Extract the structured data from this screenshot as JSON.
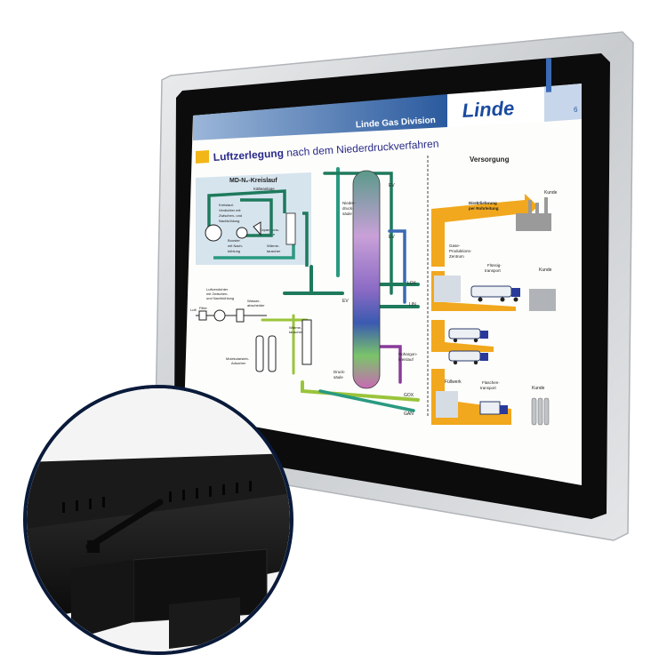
{
  "slide": {
    "header": "Linde Gas Division",
    "logo": "Linde",
    "page_number": "6",
    "title_bold": "Luftzerlegung",
    "title_rest": " nach dem Niederdruckverfahren",
    "versorgung": "Versorgung",
    "loop_title": "MD-N₂-Kreislauf",
    "loop_labels": {
      "kaelteanlage": "Kälteanlage",
      "kreislauf1": "Kreislauf-",
      "kreislauf2": "Verdichter mit",
      "kreislauf3": "Zwischen- und",
      "kreislauf4": "Nachkühlung",
      "booster1": "Booster",
      "booster2": "mit Nach-",
      "booster3": "kühlung",
      "expansion1": "Expansions-",
      "expansion2": "maschine",
      "waerme1": "Wärme-",
      "waerme2": "tauscher"
    },
    "process_labels": {
      "luftverdichter1": "Luftverdichter",
      "luftverdichter2": "mit Zwischen-",
      "luftverdichter3": "und Nachkühlung",
      "luft": "Luft",
      "filter": "Filter",
      "wasserabscheider1": "Wasser-",
      "wasserabscheider2": "abscheider",
      "molekularsieb1": "Molekularsieb-",
      "molekularsieb2": "Adsorber",
      "waermetauscher1": "Wärme-",
      "waermetauscher2": "tauscher",
      "niederdruck1": "Nieder-",
      "niederdruck2": "druck-",
      "niederdruck3": "säule",
      "drucksaeule1": "Druck-",
      "drucksaeule2": "säule",
      "rohargon1": "Rohargon-",
      "rohargon2": "kreislauf",
      "ev": "EV",
      "lox": "LOX",
      "lin": "LIN",
      "gox": "GOX",
      "gan": "GAN"
    },
    "supply_labels": {
      "direkt1": "Direktlieferung",
      "direkt2": "per Rohrleitung",
      "kunde": "Kunde",
      "gase1": "Gase-",
      "gase2": "Produktions-",
      "gase3": "Zentrum",
      "fluessig1": "Flüssig-",
      "fluessig2": "transport",
      "fuellwerk": "Füllwerk",
      "flaschen1": "Flaschen-",
      "flaschen2": "transport"
    }
  },
  "colors": {
    "bezel": "#d4d6d8",
    "screen_border": "#0c0c0c",
    "slide_bg": "#fdfdfb",
    "header_blue": "#2a5a9e",
    "header_light": "#c7d6ea",
    "logo_blue": "#1a4aa0",
    "title_yellow": "#f2b619",
    "loop_bg": "#d6e4ee",
    "pipe_green": "#1e7a5c",
    "pipe_teal": "#2a9a80",
    "pipe_blue": "#3a6ab4",
    "pipe_lime": "#9ac43a",
    "pipe_purple": "#8a3a9a",
    "arrow_orange": "#f1a81e",
    "inset_dark": "#121212"
  },
  "icons": [
    "compressor-icon",
    "filter-icon",
    "turbine-icon",
    "truck-icon",
    "factory-icon",
    "cylinder-icon"
  ]
}
